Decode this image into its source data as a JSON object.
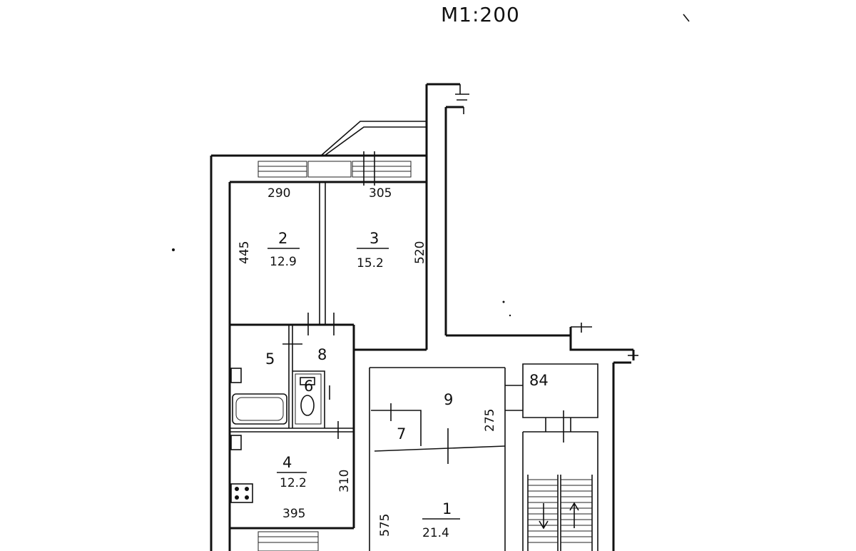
{
  "scale_label": "M1:200",
  "rooms": [
    {
      "number": "1",
      "area": "21.4"
    },
    {
      "number": "2",
      "area": "12.9"
    },
    {
      "number": "3",
      "area": "15.2"
    },
    {
      "number": "4",
      "area": "12.2"
    },
    {
      "number": "5",
      "area": ""
    },
    {
      "number": "6",
      "area": ""
    },
    {
      "number": "7",
      "area": ""
    },
    {
      "number": "8",
      "area": ""
    },
    {
      "number": "9",
      "area": ""
    }
  ],
  "dimensions": [
    "290",
    "305",
    "445",
    "520",
    "310",
    "395",
    "575",
    "275"
  ],
  "stair_block_label": "84"
}
